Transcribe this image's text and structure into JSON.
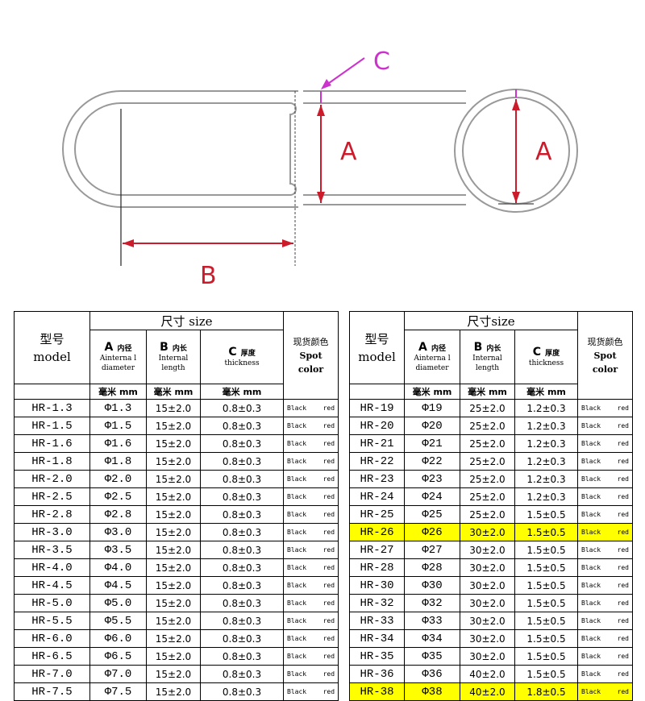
{
  "diagram": {
    "label_a": "A",
    "label_b": "B",
    "label_c": "C"
  },
  "tables": [
    {
      "header": {
        "model": [
          "型号",
          "model"
        ],
        "size": "尺寸 size",
        "col_a": {
          "big": "A",
          "cn": "内径",
          "en": "Ainterna l diameter"
        },
        "col_b": {
          "big": "B",
          "cn": "内长",
          "en": "Internal length"
        },
        "col_c": {
          "big": "C",
          "cn": "厚度",
          "en": "thickness"
        },
        "spot": [
          "现货颜色",
          "Spot",
          "color"
        ],
        "units": [
          "毫米 mm",
          "毫米 mm",
          "毫米 mm"
        ]
      },
      "rows": [
        {
          "model": "HR-1.3",
          "a": "Φ1.3",
          "b": "15±2.0",
          "c": "0.8±0.3",
          "color1": "Black",
          "color2": "red",
          "highlight": false
        },
        {
          "model": "HR-1.5",
          "a": "Φ1.5",
          "b": "15±2.0",
          "c": "0.8±0.3",
          "color1": "Black",
          "color2": "red",
          "highlight": false
        },
        {
          "model": "HR-1.6",
          "a": "Φ1.6",
          "b": "15±2.0",
          "c": "0.8±0.3",
          "color1": "Black",
          "color2": "red",
          "highlight": false
        },
        {
          "model": "HR-1.8",
          "a": "Φ1.8",
          "b": "15±2.0",
          "c": "0.8±0.3",
          "color1": "Black",
          "color2": "red",
          "highlight": false
        },
        {
          "model": "HR-2.0",
          "a": "Φ2.0",
          "b": "15±2.0",
          "c": "0.8±0.3",
          "color1": "Black",
          "color2": "red",
          "highlight": false
        },
        {
          "model": "HR-2.5",
          "a": "Φ2.5",
          "b": "15±2.0",
          "c": "0.8±0.3",
          "color1": "Black",
          "color2": "red",
          "highlight": false
        },
        {
          "model": "HR-2.8",
          "a": "Φ2.8",
          "b": "15±2.0",
          "c": "0.8±0.3",
          "color1": "Black",
          "color2": "red",
          "highlight": false
        },
        {
          "model": "HR-3.0",
          "a": "Φ3.0",
          "b": "15±2.0",
          "c": "0.8±0.3",
          "color1": "Black",
          "color2": "red",
          "highlight": false
        },
        {
          "model": "HR-3.5",
          "a": "Φ3.5",
          "b": "15±2.0",
          "c": "0.8±0.3",
          "color1": "Black",
          "color2": "red",
          "highlight": false
        },
        {
          "model": "HR-4.0",
          "a": "Φ4.0",
          "b": "15±2.0",
          "c": "0.8±0.3",
          "color1": "Black",
          "color2": "red",
          "highlight": false
        },
        {
          "model": "HR-4.5",
          "a": "Φ4.5",
          "b": "15±2.0",
          "c": "0.8±0.3",
          "color1": "Black",
          "color2": "red",
          "highlight": false
        },
        {
          "model": "HR-5.0",
          "a": "Φ5.0",
          "b": "15±2.0",
          "c": "0.8±0.3",
          "color1": "Black",
          "color2": "red",
          "highlight": false
        },
        {
          "model": "HR-5.5",
          "a": "Φ5.5",
          "b": "15±2.0",
          "c": "0.8±0.3",
          "color1": "Black",
          "color2": "red",
          "highlight": false
        },
        {
          "model": "HR-6.0",
          "a": "Φ6.0",
          "b": "15±2.0",
          "c": "0.8±0.3",
          "color1": "Black",
          "color2": "red",
          "highlight": false
        },
        {
          "model": "HR-6.5",
          "a": "Φ6.5",
          "b": "15±2.0",
          "c": "0.8±0.3",
          "color1": "Black",
          "color2": "red",
          "highlight": false
        },
        {
          "model": "HR-7.0",
          "a": "Φ7.0",
          "b": "15±2.0",
          "c": "0.8±0.3",
          "color1": "Black",
          "color2": "red",
          "highlight": false
        },
        {
          "model": "HR-7.5",
          "a": "Φ7.5",
          "b": "15±2.0",
          "c": "0.8±0.3",
          "color1": "Black",
          "color2": "red",
          "highlight": false
        }
      ]
    },
    {
      "header": {
        "model": [
          "型号",
          "model"
        ],
        "size": "尺寸size",
        "col_a": {
          "big": "A",
          "cn": "内径",
          "en": "Ainterna l diameter"
        },
        "col_b": {
          "big": "B",
          "cn": "内长",
          "en": "Internal length"
        },
        "col_c": {
          "big": "C",
          "cn": "厚度",
          "en": "thickness"
        },
        "spot": [
          "现货颜色",
          "Spot",
          "color"
        ],
        "units": [
          "毫米 mm",
          "毫米 mm",
          "毫米 mm"
        ]
      },
      "rows": [
        {
          "model": "HR-19",
          "a": "Φ19",
          "b": "25±2.0",
          "c": "1.2±0.3",
          "color1": "Black",
          "color2": "red",
          "highlight": false
        },
        {
          "model": "HR-20",
          "a": "Φ20",
          "b": "25±2.0",
          "c": "1.2±0.3",
          "color1": "Black",
          "color2": "red",
          "highlight": false
        },
        {
          "model": "HR-21",
          "a": "Φ21",
          "b": "25±2.0",
          "c": "1.2±0.3",
          "color1": "Black",
          "color2": "red",
          "highlight": false
        },
        {
          "model": "HR-22",
          "a": "Φ22",
          "b": "25±2.0",
          "c": "1.2±0.3",
          "color1": "Black",
          "color2": "red",
          "highlight": false
        },
        {
          "model": "HR-23",
          "a": "Φ23",
          "b": "25±2.0",
          "c": "1.2±0.3",
          "color1": "Black",
          "color2": "red",
          "highlight": false
        },
        {
          "model": "HR-24",
          "a": "Φ24",
          "b": "25±2.0",
          "c": "1.2±0.3",
          "color1": "Black",
          "color2": "red",
          "highlight": false
        },
        {
          "model": "HR-25",
          "a": "Φ25",
          "b": "25±2.0",
          "c": "1.5±0.5",
          "color1": "Black",
          "color2": "red",
          "highlight": false
        },
        {
          "model": "HR-26",
          "a": "Φ26",
          "b": "30±2.0",
          "c": "1.5±0.5",
          "color1": "Black",
          "color2": "red",
          "highlight": true
        },
        {
          "model": "HR-27",
          "a": "Φ27",
          "b": "30±2.0",
          "c": "1.5±0.5",
          "color1": "Black",
          "color2": "red",
          "highlight": false
        },
        {
          "model": "HR-28",
          "a": "Φ28",
          "b": "30±2.0",
          "c": "1.5±0.5",
          "color1": "Black",
          "color2": "red",
          "highlight": false
        },
        {
          "model": "HR-30",
          "a": "Φ30",
          "b": "30±2.0",
          "c": "1.5±0.5",
          "color1": "Black",
          "color2": "red",
          "highlight": false
        },
        {
          "model": "HR-32",
          "a": "Φ32",
          "b": "30±2.0",
          "c": "1.5±0.5",
          "color1": "Black",
          "color2": "red",
          "highlight": false
        },
        {
          "model": "HR-33",
          "a": "Φ33",
          "b": "30±2.0",
          "c": "1.5±0.5",
          "color1": "Black",
          "color2": "red",
          "highlight": false
        },
        {
          "model": "HR-34",
          "a": "Φ34",
          "b": "30±2.0",
          "c": "1.5±0.5",
          "color1": "Black",
          "color2": "red",
          "highlight": false
        },
        {
          "model": "HR-35",
          "a": "Φ35",
          "b": "30±2.0",
          "c": "1.5±0.5",
          "color1": "Black",
          "color2": "red",
          "highlight": false
        },
        {
          "model": "HR-36",
          "a": "Φ36",
          "b": "40±2.0",
          "c": "1.5±0.5",
          "color1": "Black",
          "color2": "red",
          "highlight": false
        },
        {
          "model": "HR-38",
          "a": "Φ38",
          "b": "40±2.0",
          "c": "1.8±0.5",
          "color1": "Black",
          "color2": "red",
          "highlight": true
        }
      ]
    }
  ],
  "colors": {
    "dimension": "#cc1c2c",
    "callout": "#cc33cc",
    "highlight": "#ffff00",
    "outline": "#999999"
  }
}
